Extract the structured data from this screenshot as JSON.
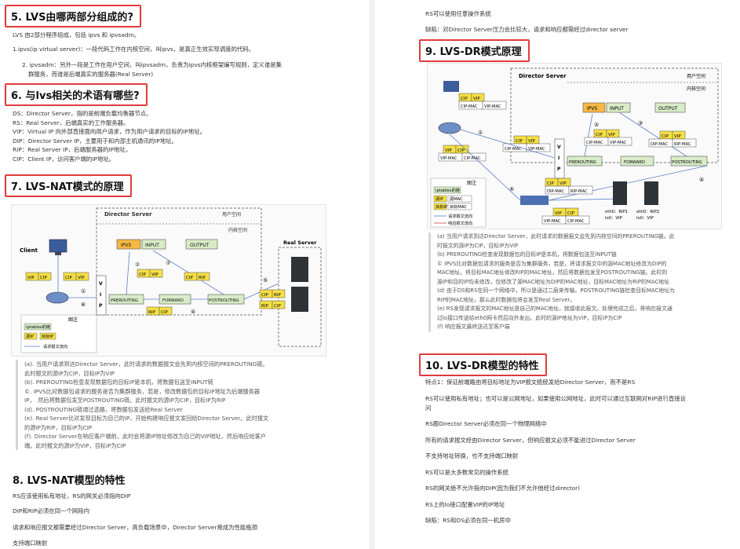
{
  "left": {
    "s5": {
      "title": "5. LVS由哪两部分组成的?",
      "intro": "LVS 由2部分程序组成，包括 ipvs 和 ipvsadm。",
      "item1": "1.ipvs(ip virtual server)：一段代码工作在内核空间，叫ipvs，是真正生效实现调度的代码。",
      "item2a": "2. ipvsadm：另外一段是工作在用户空间，叫ipvsadm，负责为ipvs内核框架编写规则，定义谁是集",
      "item2b": "群服务，而谁是后端真实的服务器(Real Server)"
    },
    "s6": {
      "title": "6. 与lvs相关的术语有哪些?",
      "lines": [
        "DS：Director Server，指的是前端负载均衡器节点。",
        "RS：Real Server，后端真实的工作服务器。",
        "VIP：Virtual IP 向外部直接面向用户请求，作为用户请求的目标的IP地址。",
        "DIP：Director Server IP，主要用于和内部主机通讯的IP地址。",
        "RIP：Real Server IP，后端服务器的IP地址。",
        "CIP：Client IP，访问客户端的IP地址。"
      ]
    },
    "s7": {
      "title": "7. LVS-NAT模式的原理",
      "diagram": {
        "director": "Director Server",
        "user_space": "用户空间",
        "kernel_space": "内核空间",
        "real_server": "Real Server",
        "client": "Client",
        "ipvs": "IPVS",
        "input": "INPUT",
        "output": "OUTPUT",
        "prerouting": "PREROUTING",
        "forward": "FORWARD",
        "postrouting": "POSTROUTING",
        "vip": "VIP",
        "cip": "CIP",
        "rip": "RIP",
        "v_letters": [
          "V",
          "I",
          "P"
        ],
        "legend_title": "图注",
        "legend_iptables": "iptables的链",
        "legend_src": "源IP",
        "legend_dst": "目标IP",
        "legend_req": "请求报文流向",
        "nums": [
          "①",
          "②",
          "③",
          "④",
          "⑤",
          "⑥"
        ]
      },
      "notes": [
        "(a). 当用户请求到达Director Server，此时请求的数据报文会先到内核空间的PREROUTING链。",
        "此时报文的源IP为CIP，目标IP为VIP",
        "(b). PREROUTING检查发现数据包的目标IP是本机，将数据包送至INPUT链",
        "©. IPVS比对数据包请求的服务是否为集群服务，若是，修改数据包的目标IP地址为后端服务器",
        "IP，　然后将数据包发至POSTROUTING链。此时报文的源IP为CIP，目标IP为RIP",
        "(d). POSTROUTING链通过选路，将数据包发送给Real Server",
        "(e). Real Server比对发现目标为自己的IP，开始构建响应报文发回给Director Server。此时报文",
        "的源IP为RIP，目标IP为CIP",
        "(f). Director Server在响应客户端前，此时会将源IP地址修改为自己的VIP地址，然后响应给客户",
        "端。此时报文的源IP为VIP，目标IP为CIP"
      ]
    },
    "s8": {
      "title": "8. LVS-NAT模型的特性",
      "lines": [
        "RS应该使用私有地址，RS的网关必须指向DIP",
        "DIP和RIP必须在同一个网段内",
        "请求和响应报文都需要经过Director Server，高负载场景中，Director Server易成为性能瓶颈",
        "支持端口映射"
      ]
    }
  },
  "right": {
    "top_lines": [
      "RS可以使用任意操作系统",
      "缺陷：对Director Server压力会比较大，请求和响应都需经过director server"
    ],
    "s9": {
      "title": "9. LVS-DR模式原理",
      "diagram": {
        "director": "Director Server",
        "user_space": "用户空间",
        "kernel_space": "内核空间",
        "ipvs": "IPVS",
        "input": "INPUT",
        "output": "OUTPUT",
        "prerouting": "PREROUTING",
        "forward": "FORWARD",
        "postrouting": "POSTROUTING",
        "cip": "CIP",
        "vip": "VIP",
        "cip_mac": "CIP-MAC",
        "vip_mac": "VIP-MAC",
        "dip_mac": "DIP-MAC",
        "rip_mac": "RIP-MAC",
        "v_letters": [
          "V",
          "I",
          "P"
        ],
        "legend_title": "图注",
        "legend_iptables": "iptables的链",
        "legend_src": "源IP",
        "legend_dst": "目标IP",
        "legend_srcmac": "源MAC",
        "legend_dstmac": "目标MAC",
        "legend_req": "请求报文流向",
        "legend_resp": "响应报文流向",
        "eth1": "eth0：RIP1",
        "lo1": "lo0：VIP",
        "eth2": "eth0：RIP2",
        "lo2": "lo0：VIP",
        "nums": [
          "①",
          "②",
          "③",
          "④",
          "⑤"
        ]
      },
      "notes": [
        "(a) 当用户请求到达Director Server，此时请求的数据报文会先到内核空间的PREROUTING链。此",
        "时报文的源IP为CIP，目标IP为VIP",
        "(b) PREROUTING检查发现数据包的目标IP是本机，将数据包送至INPUT链",
        "© IPVS比对数据包请求的服务是否为集群服务，若是，将请求报文中的源MAC地址修改为DIP的",
        "MAC地址，将目标MAC地址修改RIP的MAC地址，然后将数据包发至POSTROUTING链。此时的",
        "源IP和目的IP均未修改，仅修改了源MAC地址为DIP的MAC地址，目标MAC地址为RIP的MAC地址",
        "(d) 由于DS和RS在同一个网络中，所以是通过二层来传输。POSTROUTING链检查目标MAC地址为",
        "RIP的MAC地址，那么此时数据包将会发至Real Server。",
        "(e) RS发现请求报文的MAC地址是自己的MAC地址，就接收此报文。处理完成之后，将响应报文通",
        "过lo接口传送给eth0网卡然后向外发出。此时的源IP地址为VIP，目标IP为CIP",
        "(f) 响应报文最终送达至客户端"
      ]
    },
    "s10": {
      "title": "10. LVS-DR模型的特性",
      "lines": [
        "特点1：保证前端路由将目标地址为VIP报文统统发给Director Server，而不是RS",
        "RS可以使用私有地址；也可以是公网地址，如果使用公网地址，此时可以通过互联网对RIP进行直接访",
        "问",
        "RS跟Director Server必须在同一个物理网络中",
        "所有的请求报文经由Director Server，但响应报文必须不能进过Director Server",
        "不支持地址转换，也不支持端口映射",
        "RS可以是大多数常见的操作系统",
        "RS的网关绝不允许指向DIP(因为我们不允许他经过director)",
        "RS上的lo接口配置VIP的IP地址",
        "缺陷：RS和DS必须在同一机房中"
      ]
    }
  }
}
